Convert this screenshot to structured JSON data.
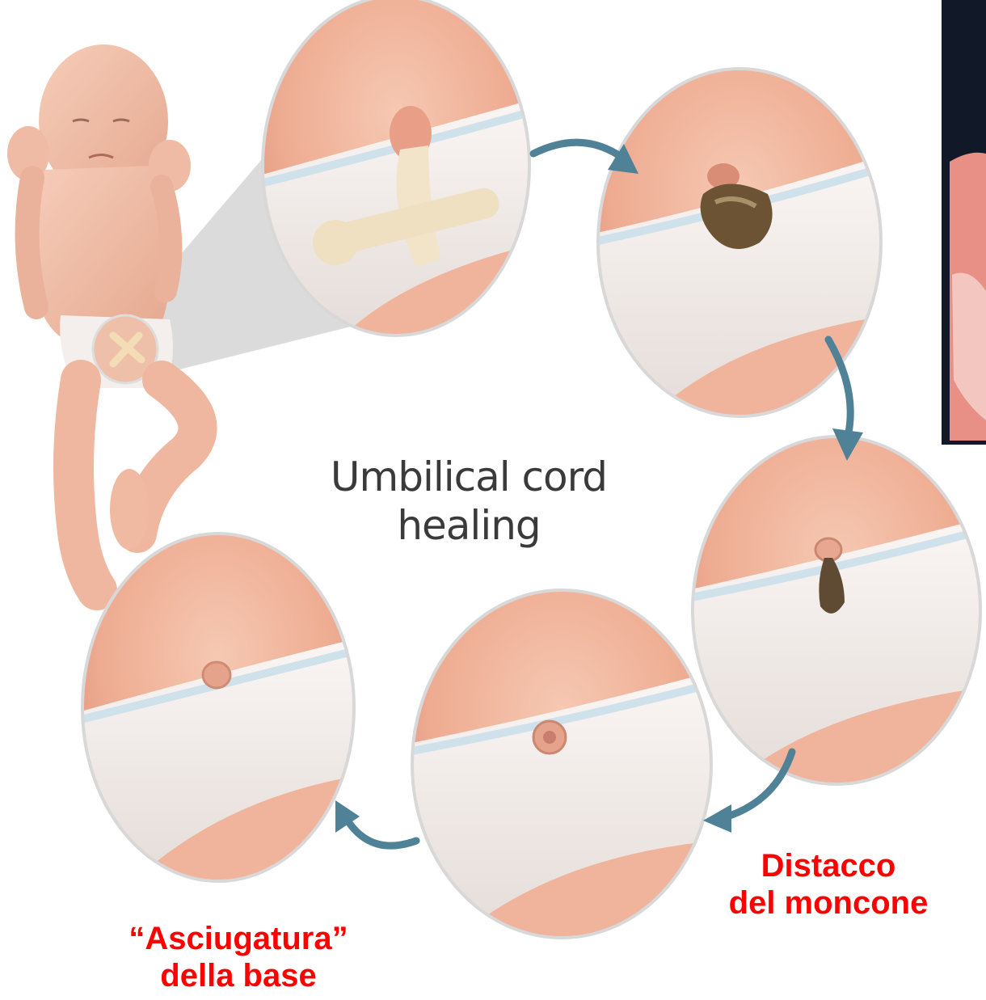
{
  "title": {
    "line1": "Umbilical cord",
    "line2": "healing"
  },
  "labels": {
    "distacco": {
      "line1": "Distacco",
      "line2": "del moncone"
    },
    "asciugatura": {
      "line1": "“Asciugatura”",
      "line2": "della base"
    }
  },
  "colors": {
    "label_red": "#ff0000",
    "arrow_blue": "#4f8296",
    "skin": "#f0b49a",
    "diaper": "#f4eeeb",
    "photo_dark": "#111827"
  },
  "stages": [
    {
      "id": "clamped-cord"
    },
    {
      "id": "dried-stump"
    },
    {
      "id": "stump-detaching"
    },
    {
      "id": "healing-navel"
    },
    {
      "id": "healed-navel"
    }
  ]
}
